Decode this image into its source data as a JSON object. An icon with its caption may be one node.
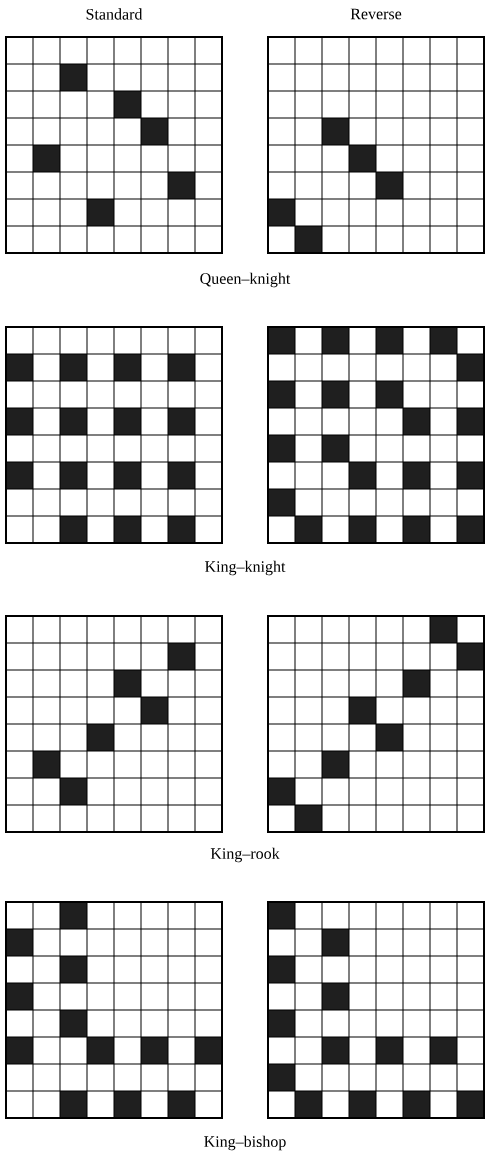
{
  "diagram": {
    "labels": [
      "Standard",
      "Reverse",
      "Queen–knight",
      "King–knight",
      "King–rook",
      "King–bishop"
    ]
  }
}
